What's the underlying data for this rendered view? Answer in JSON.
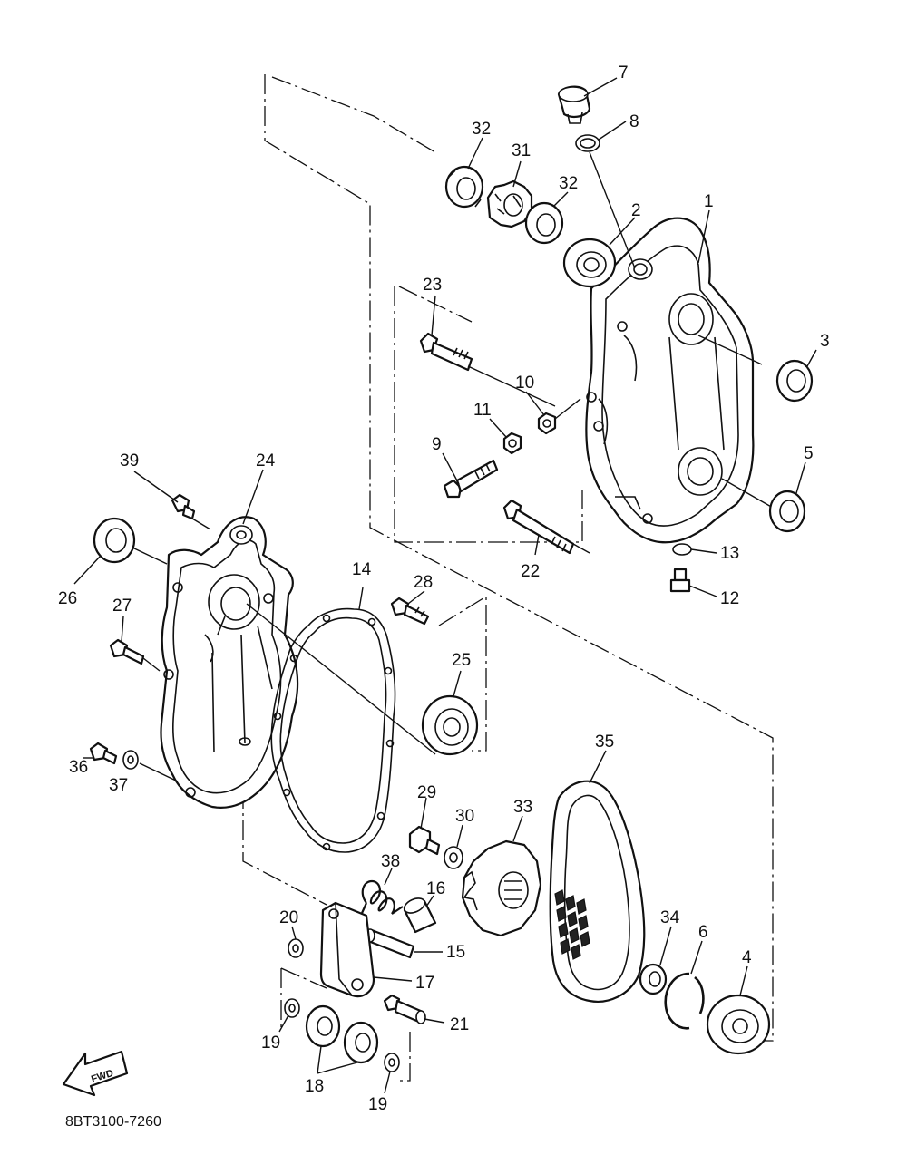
{
  "diagram": {
    "part_code": "8BT3100-7260",
    "direction_badge": "FWD",
    "callouts": [
      {
        "id": "c1",
        "label": "1"
      },
      {
        "id": "c2",
        "label": "2"
      },
      {
        "id": "c3",
        "label": "3"
      },
      {
        "id": "c4",
        "label": "4"
      },
      {
        "id": "c5",
        "label": "5"
      },
      {
        "id": "c6",
        "label": "6"
      },
      {
        "id": "c7",
        "label": "7"
      },
      {
        "id": "c8",
        "label": "8"
      },
      {
        "id": "c9",
        "label": "9"
      },
      {
        "id": "c10",
        "label": "10"
      },
      {
        "id": "c11",
        "label": "11"
      },
      {
        "id": "c12",
        "label": "12"
      },
      {
        "id": "c13",
        "label": "13"
      },
      {
        "id": "c14",
        "label": "14"
      },
      {
        "id": "c15",
        "label": "15"
      },
      {
        "id": "c16",
        "label": "16"
      },
      {
        "id": "c17",
        "label": "17"
      },
      {
        "id": "c18",
        "label": "18"
      },
      {
        "id": "c19a",
        "label": "19"
      },
      {
        "id": "c19b",
        "label": "19"
      },
      {
        "id": "c20",
        "label": "20"
      },
      {
        "id": "c21",
        "label": "21"
      },
      {
        "id": "c22",
        "label": "22"
      },
      {
        "id": "c23",
        "label": "23"
      },
      {
        "id": "c24",
        "label": "24"
      },
      {
        "id": "c25",
        "label": "25"
      },
      {
        "id": "c26",
        "label": "26"
      },
      {
        "id": "c27",
        "label": "27"
      },
      {
        "id": "c28",
        "label": "28"
      },
      {
        "id": "c29",
        "label": "29"
      },
      {
        "id": "c30",
        "label": "30"
      },
      {
        "id": "c31",
        "label": "31"
      },
      {
        "id": "c32a",
        "label": "32"
      },
      {
        "id": "c32b",
        "label": "32"
      },
      {
        "id": "c33",
        "label": "33"
      },
      {
        "id": "c34",
        "label": "34"
      },
      {
        "id": "c35",
        "label": "35"
      },
      {
        "id": "c36",
        "label": "36"
      },
      {
        "id": "c37",
        "label": "37"
      },
      {
        "id": "c38",
        "label": "38"
      },
      {
        "id": "c39",
        "label": "39"
      }
    ]
  }
}
